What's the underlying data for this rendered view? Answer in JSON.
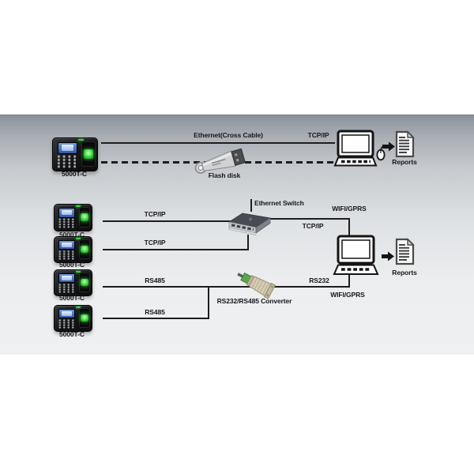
{
  "device": {
    "model": "5000T-C",
    "count": 5
  },
  "top": {
    "cable": "Ethernet(Cross Cable)",
    "protocol": "TCP/IP",
    "flash": "Flash disk",
    "reports": "Reports"
  },
  "switch_net": {
    "label": "Ethernet Switch",
    "link1": "TCP/IP",
    "link2": "TCP/IP",
    "uplink": "TCP/IP",
    "wireless": "WIFI/GPRS"
  },
  "serial_net": {
    "converter": "RS232/RS485 Converter",
    "link1": "RS485",
    "link2": "RS485",
    "uplink": "RS232",
    "wireless": "WIFI/GPRS",
    "reports": "Reports"
  },
  "colors": {
    "line": "#1d1d1f",
    "band_top": "#8b919a",
    "band_bottom": "#eff0f1",
    "led_green": "#35d33b",
    "sensor_green": "#2ecf35",
    "screen_blue": "#3d64b5",
    "flash_body": "#c9cbcd",
    "converter_body": "#d6cdb4"
  }
}
